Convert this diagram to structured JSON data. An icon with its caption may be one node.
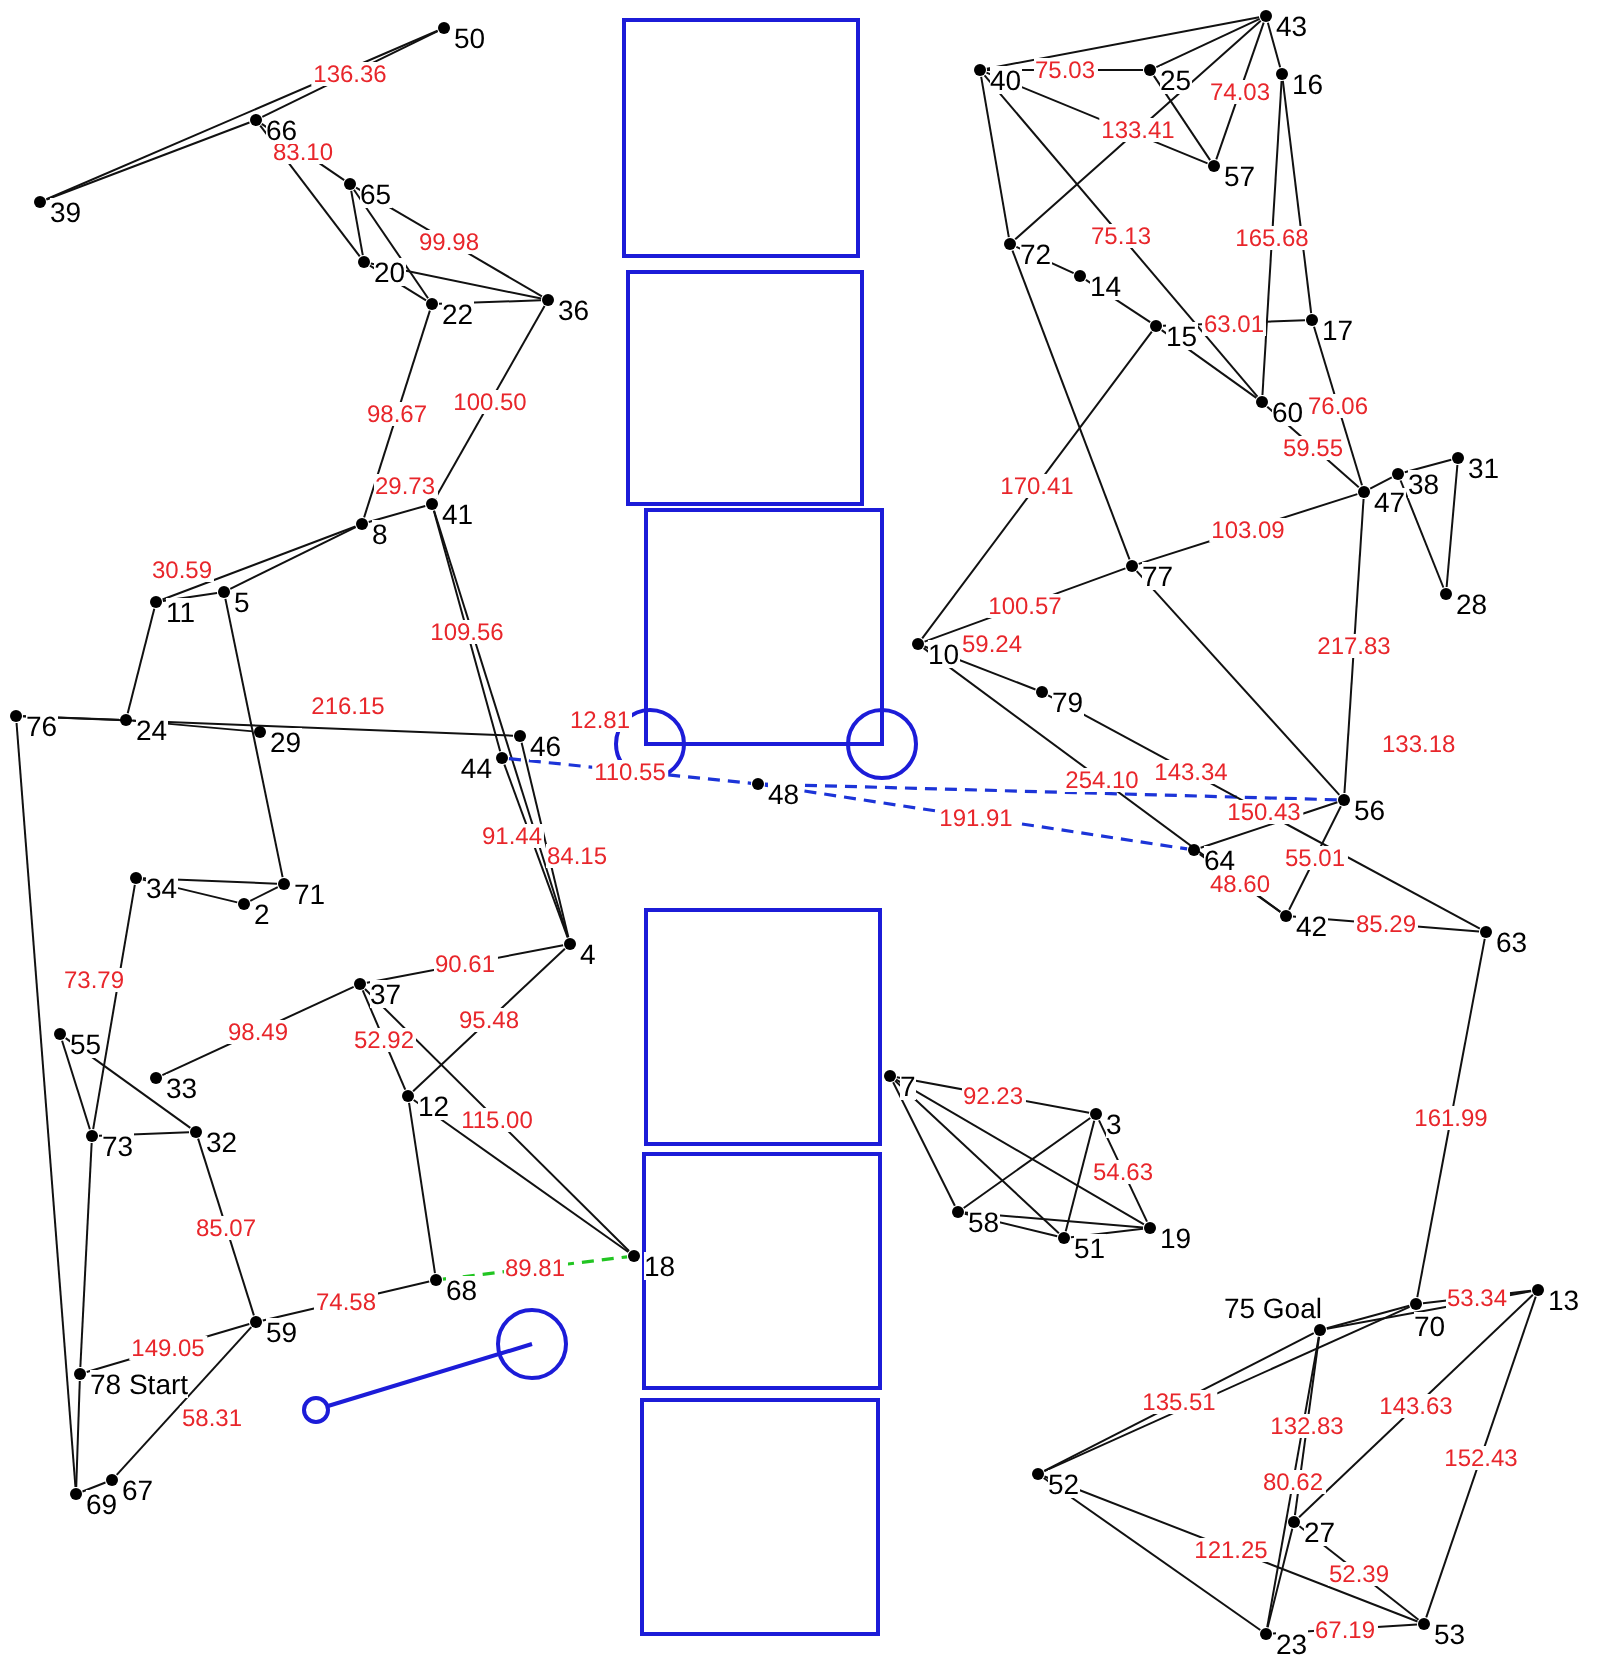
{
  "diagram": {
    "nodes": [
      {
        "text": [
          "50"
        ]
      },
      {
        "text": [
          "66"
        ]
      },
      {
        "text": [
          "39"
        ]
      },
      {
        "text": [
          "65"
        ]
      },
      {
        "text": [
          "20"
        ]
      },
      {
        "text": [
          "22"
        ]
      },
      {
        "text": [
          "36"
        ]
      },
      {
        "text": [
          "41"
        ]
      },
      {
        "text": [
          "8"
        ]
      },
      {
        "text": [
          "5"
        ]
      },
      {
        "text": [
          "11"
        ]
      },
      {
        "text": [
          "76"
        ]
      },
      {
        "text": [
          "24"
        ]
      },
      {
        "text": [
          "29"
        ]
      },
      {
        "text": [
          "46"
        ]
      },
      {
        "text": [
          "44"
        ]
      },
      {
        "text": [
          "34"
        ]
      },
      {
        "text": [
          "2"
        ]
      },
      {
        "text": [
          "71"
        ]
      },
      {
        "text": [
          "4"
        ]
      },
      {
        "text": [
          "37"
        ]
      },
      {
        "text": [
          "55"
        ]
      },
      {
        "text": [
          "33"
        ]
      },
      {
        "text": [
          "73"
        ]
      },
      {
        "text": [
          "32"
        ]
      },
      {
        "text": [
          "12"
        ]
      },
      {
        "text": [
          "18"
        ]
      },
      {
        "text": [
          "68"
        ]
      },
      {
        "text": [
          "59"
        ]
      },
      {
        "text": [
          "78 Start"
        ]
      },
      {
        "text": [
          "67"
        ]
      },
      {
        "text": [
          "69"
        ]
      },
      {
        "text": [
          "48"
        ]
      },
      {
        "text": [
          "43"
        ]
      },
      {
        "text": [
          "40"
        ]
      },
      {
        "text": [
          "25"
        ]
      },
      {
        "text": [
          "16"
        ]
      },
      {
        "text": [
          "57"
        ]
      },
      {
        "text": [
          "72"
        ]
      },
      {
        "text": [
          "14"
        ]
      },
      {
        "text": [
          "15"
        ]
      },
      {
        "text": [
          "17"
        ]
      },
      {
        "text": [
          "60"
        ]
      },
      {
        "text": [
          "31"
        ]
      },
      {
        "text": [
          "38"
        ]
      },
      {
        "text": [
          "47"
        ]
      },
      {
        "text": [
          "77"
        ]
      },
      {
        "text": [
          "28"
        ]
      },
      {
        "text": [
          "10"
        ]
      },
      {
        "text": [
          "79"
        ]
      },
      {
        "text": [
          "56"
        ]
      },
      {
        "text": [
          "64"
        ]
      },
      {
        "text": [
          "42"
        ]
      },
      {
        "text": [
          "63"
        ]
      },
      {
        "text": [
          "7"
        ]
      },
      {
        "text": [
          "3"
        ]
      },
      {
        "text": [
          "58"
        ]
      },
      {
        "text": [
          "51"
        ]
      },
      {
        "text": [
          "19"
        ]
      },
      {
        "text": [
          "70"
        ]
      },
      {
        "text": [
          "13"
        ]
      },
      {
        "text": [
          "75 Goal"
        ]
      },
      {
        "text": [
          "52"
        ]
      },
      {
        "text": [
          "27"
        ]
      },
      {
        "text": [
          "23"
        ]
      },
      {
        "text": [
          "53"
        ]
      }
    ],
    "edges": [
      {
        "from": 1,
        "to": 0,
        "arrow": "none",
        "label": "136.36"
      },
      {
        "from": 2,
        "to": 1,
        "arrow": "none"
      },
      {
        "from": 2,
        "to": 0,
        "arrow": "none"
      },
      {
        "from": 1,
        "to": 3,
        "arrow": "none",
        "label": "83.10"
      },
      {
        "from": 1,
        "to": 4,
        "arrow": "none"
      },
      {
        "from": 3,
        "to": 4,
        "arrow": "none"
      },
      {
        "from": 3,
        "to": 6,
        "arrow": "none",
        "label": "99.98"
      },
      {
        "from": 4,
        "to": 5,
        "arrow": "none"
      },
      {
        "from": 4,
        "to": 6,
        "arrow": "none"
      },
      {
        "from": 3,
        "to": 5,
        "arrow": "none"
      },
      {
        "from": 5,
        "to": 6,
        "arrow": "none"
      },
      {
        "from": 5,
        "to": 8,
        "arrow": "none",
        "label": "98.67"
      },
      {
        "from": 6,
        "to": 7,
        "arrow": "none",
        "label": "100.50"
      },
      {
        "from": 8,
        "to": 7,
        "arrow": "none",
        "label": "29.73"
      },
      {
        "from": 8,
        "to": 9,
        "arrow": "none"
      },
      {
        "from": 8,
        "to": 10,
        "arrow": "none"
      },
      {
        "from": 10,
        "to": 9,
        "arrow": "none",
        "label": "30.59"
      },
      {
        "from": 10,
        "to": 12,
        "arrow": "none"
      },
      {
        "from": 9,
        "to": 18,
        "arrow": "none"
      },
      {
        "from": 11,
        "to": 12,
        "arrow": "none"
      },
      {
        "from": 11,
        "to": 14,
        "arrow": "none",
        "label": "216.15"
      },
      {
        "from": 11,
        "to": 31,
        "arrow": "none"
      },
      {
        "from": 12,
        "to": 13,
        "arrow": "none"
      },
      {
        "from": 7,
        "to": 15,
        "arrow": "none",
        "label": "109.56"
      },
      {
        "from": 7,
        "to": 19,
        "arrow": "none"
      },
      {
        "from": 14,
        "to": 19,
        "arrow": "none",
        "label": "84.15"
      },
      {
        "from": 15,
        "to": 19,
        "arrow": "none",
        "label": "91.44"
      },
      {
        "from": 16,
        "to": 17,
        "arrow": "none"
      },
      {
        "from": 16,
        "to": 18,
        "arrow": "none"
      },
      {
        "from": 17,
        "to": 18,
        "arrow": "none"
      },
      {
        "from": 19,
        "to": 20,
        "arrow": "none",
        "label": "90.61"
      },
      {
        "from": 19,
        "to": 25,
        "arrow": "none",
        "label": "95.48"
      },
      {
        "from": 20,
        "to": 25,
        "arrow": "none",
        "label": "52.92"
      },
      {
        "from": 20,
        "to": 26,
        "arrow": "none",
        "label": "115.00"
      },
      {
        "from": 20,
        "to": 22,
        "arrow": "none",
        "label": "98.49"
      },
      {
        "from": 21,
        "to": 23,
        "arrow": "none"
      },
      {
        "from": 21,
        "to": 24,
        "arrow": "none"
      },
      {
        "from": 23,
        "to": 24,
        "arrow": "none"
      },
      {
        "from": 23,
        "to": 29,
        "arrow": "none"
      },
      {
        "from": 24,
        "to": 28,
        "arrow": "none",
        "label": "85.07"
      },
      {
        "from": 28,
        "to": 29,
        "arrow": "none",
        "label": "149.05"
      },
      {
        "from": 28,
        "to": 27,
        "arrow": "none",
        "label": "74.58"
      },
      {
        "from": 27,
        "to": 26,
        "arrow": "none",
        "label": "89.81",
        "style": "dashed",
        "color": "#22c522"
      },
      {
        "from": 25,
        "to": 27,
        "arrow": "none"
      },
      {
        "from": 25,
        "to": 26,
        "arrow": "none"
      },
      {
        "from": 29,
        "to": 31,
        "arrow": "none"
      },
      {
        "from": 30,
        "to": 28,
        "arrow": "none",
        "label": "58.31"
      },
      {
        "from": 31,
        "to": 30,
        "arrow": "none"
      },
      {
        "from": 16,
        "to": 23,
        "arrow": "none",
        "label": "73.79"
      },
      {
        "from": 15,
        "to": 32,
        "arrow": "none",
        "label": "110.55",
        "style": "dashed",
        "color": "#1c34d8"
      },
      {
        "from": 32,
        "to": 50,
        "arrow": "none",
        "label": "143.34",
        "style": "dashed",
        "color": "#1c34d8"
      },
      {
        "from": 32,
        "to": 51,
        "arrow": "none",
        "label": "191.91",
        "style": "dashed",
        "color": "#1c34d8"
      },
      {
        "from": 34,
        "to": 35,
        "arrow": "none",
        "label": "75.03"
      },
      {
        "from": 35,
        "to": 33,
        "arrow": "none"
      },
      {
        "from": 34,
        "to": 33,
        "arrow": "none"
      },
      {
        "from": 34,
        "to": 37,
        "arrow": "none"
      },
      {
        "from": 34,
        "to": 38,
        "arrow": "none"
      },
      {
        "from": 34,
        "to": 42,
        "arrow": "none",
        "label": "75.13"
      },
      {
        "from": 38,
        "to": 33,
        "arrow": "none",
        "label": "133.41"
      },
      {
        "from": 38,
        "to": 46,
        "arrow": "none"
      },
      {
        "from": 35,
        "to": 37,
        "arrow": "none"
      },
      {
        "from": 37,
        "to": 33,
        "arrow": "none",
        "label": "74.03"
      },
      {
        "from": 33,
        "to": 36,
        "arrow": "none"
      },
      {
        "from": 36,
        "to": 42,
        "arrow": "none",
        "label": "165.68"
      },
      {
        "from": 36,
        "to": 41,
        "arrow": "none"
      },
      {
        "from": 38,
        "to": 39,
        "arrow": "none"
      },
      {
        "from": 39,
        "to": 40,
        "arrow": "none"
      },
      {
        "from": 40,
        "to": 41,
        "arrow": "none",
        "label": "63.01"
      },
      {
        "from": 40,
        "to": 42,
        "arrow": "none"
      },
      {
        "from": 41,
        "to": 45,
        "arrow": "none",
        "label": "76.06"
      },
      {
        "from": 42,
        "to": 45,
        "arrow": "none",
        "label": "59.55"
      },
      {
        "from": 46,
        "to": 45,
        "arrow": "none",
        "label": "103.09"
      },
      {
        "from": 48,
        "to": 40,
        "arrow": "none",
        "label": "170.41"
      },
      {
        "from": 48,
        "to": 46,
        "arrow": "none",
        "label": "100.57"
      },
      {
        "from": 48,
        "to": 49,
        "arrow": "none",
        "label": "59.24"
      },
      {
        "from": 48,
        "to": 52,
        "arrow": "none",
        "label": "254.10"
      },
      {
        "from": 49,
        "to": 53,
        "arrow": "none",
        "label": "150.43"
      },
      {
        "from": 46,
        "to": 50,
        "arrow": "none"
      },
      {
        "from": 45,
        "to": 50,
        "arrow": "none",
        "label": "217.83"
      },
      {
        "from": 50,
        "to": 51,
        "arrow": "none"
      },
      {
        "from": 50,
        "to": 52,
        "arrow": "none",
        "label": "55.01"
      },
      {
        "from": 51,
        "to": 52,
        "arrow": "none",
        "label": "48.60"
      },
      {
        "from": 52,
        "to": 53,
        "arrow": "none",
        "label": "85.29"
      },
      {
        "from": 53,
        "to": 59,
        "arrow": "none",
        "label": "161.99"
      },
      {
        "from": 44,
        "to": 43,
        "arrow": "none"
      },
      {
        "from": 44,
        "to": 47,
        "arrow": "none"
      },
      {
        "from": 45,
        "to": 44,
        "arrow": "none"
      },
      {
        "from": 43,
        "to": 47,
        "arrow": "none"
      },
      {
        "from": 54,
        "to": 55,
        "arrow": "none",
        "label": "92.23"
      },
      {
        "from": 54,
        "to": 56,
        "arrow": "none"
      },
      {
        "from": 54,
        "to": 57,
        "arrow": "none"
      },
      {
        "from": 54,
        "to": 58,
        "arrow": "none"
      },
      {
        "from": 55,
        "to": 56,
        "arrow": "none"
      },
      {
        "from": 55,
        "to": 57,
        "arrow": "none"
      },
      {
        "from": 55,
        "to": 58,
        "arrow": "none",
        "label": "54.63"
      },
      {
        "from": 56,
        "to": 57,
        "arrow": "none"
      },
      {
        "from": 56,
        "to": 58,
        "arrow": "none"
      },
      {
        "from": 57,
        "to": 58,
        "arrow": "none"
      },
      {
        "from": 59,
        "to": 60,
        "arrow": "none",
        "label": "53.34"
      },
      {
        "from": 61,
        "to": 60,
        "arrow": "none"
      },
      {
        "from": 61,
        "to": 62,
        "arrow": "none",
        "label": "135.51"
      },
      {
        "from": 59,
        "to": 62,
        "arrow": "none"
      },
      {
        "from": 61,
        "to": 64,
        "arrow": "none",
        "label": "80.62"
      },
      {
        "from": 60,
        "to": 63,
        "arrow": "none",
        "label": "143.63"
      },
      {
        "from": 60,
        "to": 65,
        "arrow": "none",
        "label": "152.43"
      },
      {
        "from": 62,
        "to": 64,
        "arrow": "none"
      },
      {
        "from": 62,
        "to": 65,
        "arrow": "none",
        "label": "121.25"
      },
      {
        "from": 63,
        "to": 64,
        "arrow": "none"
      },
      {
        "from": 63,
        "to": 65,
        "arrow": "none",
        "label": "52.39"
      },
      {
        "from": 64,
        "to": 65,
        "arrow": "none",
        "label": "67.19"
      },
      {
        "from": 61,
        "to": 63,
        "arrow": "none",
        "label": "132.83"
      },
      {
        "from": 59,
        "to": 61,
        "arrow": "none"
      }
    ],
    "labels": [
      "133.18",
      "12.81"
    ]
  }
}
